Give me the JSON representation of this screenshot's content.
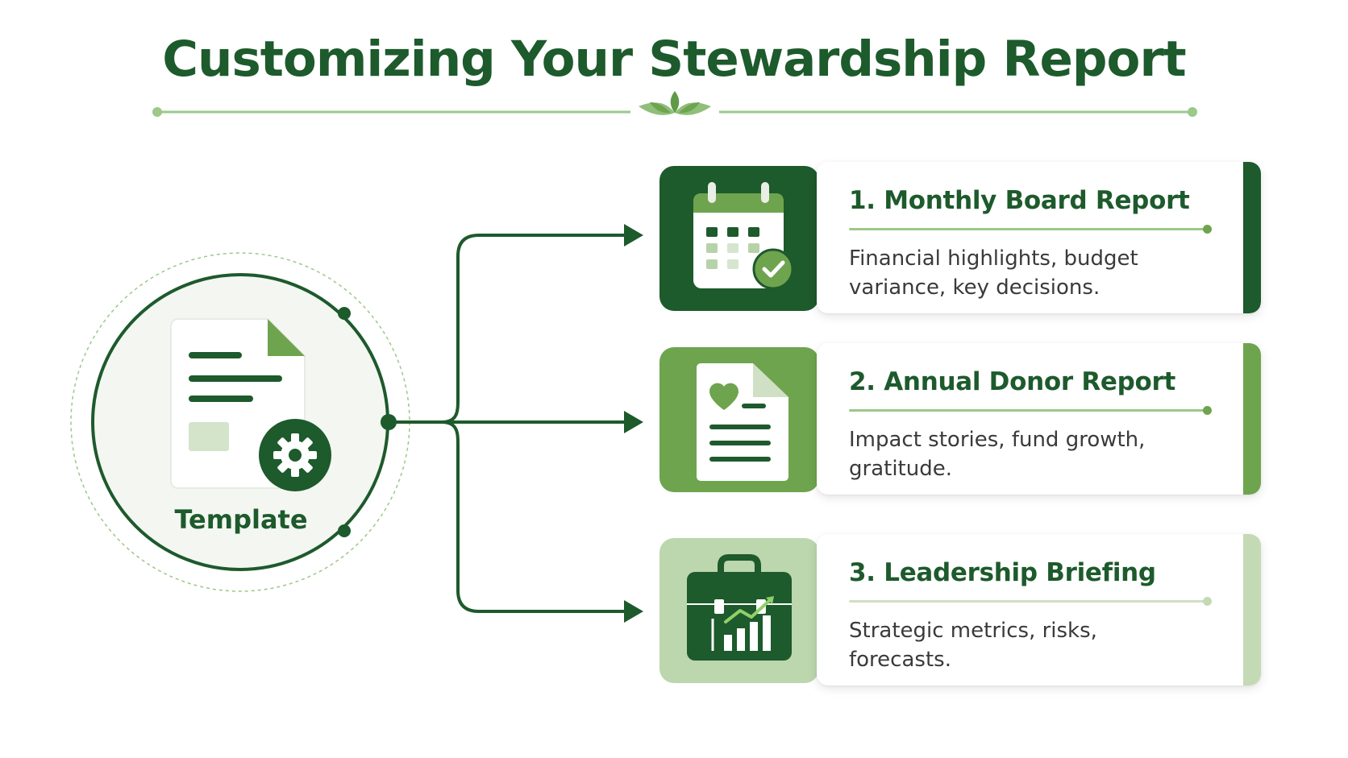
{
  "title": "Customizing Your Stewardship Report",
  "template": {
    "label": "Template",
    "icons": [
      "document-icon",
      "gear-icon"
    ]
  },
  "reports": [
    {
      "title": "1. Monthly Board Report",
      "description": "Financial highlights, budget variance, key decisions.",
      "icon": "calendar-check-icon",
      "tile_color": "#1d5a2c",
      "accent_color": "#1d5a2c"
    },
    {
      "title": "2. Annual Donor Report",
      "description": "Impact stories, fund growth, gratitude.",
      "icon": "heart-document-icon",
      "tile_color": "#6ea44e",
      "accent_color": "#6ea44e"
    },
    {
      "title": "3. Leadership Briefing",
      "description": "Strategic metrics, risks, forecasts.",
      "icon": "briefcase-chart-icon",
      "tile_color": "#bcd6ad",
      "accent_color": "#c3dab5"
    }
  ],
  "colors": {
    "dark_green": "#1d5a2c",
    "mid_green": "#6ea44e",
    "light_green": "#bcd6ad",
    "divider_green": "#9cc88a",
    "text_gray": "#3a3a3a"
  }
}
